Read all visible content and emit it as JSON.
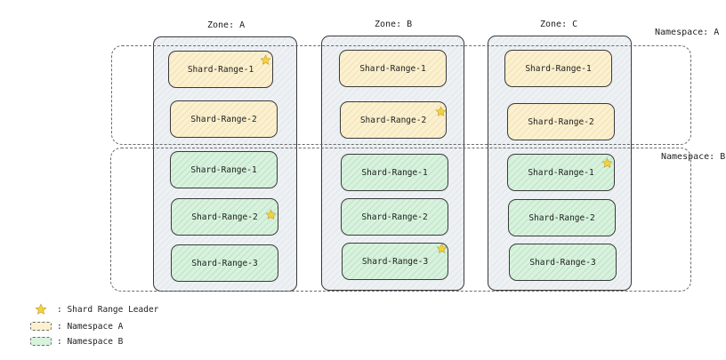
{
  "zones": [
    {
      "label": "Zone: A"
    },
    {
      "label": "Zone: B"
    },
    {
      "label": "Zone: C"
    }
  ],
  "namespaces": [
    {
      "label": "Namespace: A",
      "color": "#fbf0cf"
    },
    {
      "label": "Namespace: B",
      "color": "#d8f2de"
    }
  ],
  "shards": [
    {
      "zone": "A",
      "namespace": "A",
      "label": "Shard-Range-1",
      "leader": true
    },
    {
      "zone": "A",
      "namespace": "A",
      "label": "Shard-Range-2",
      "leader": false
    },
    {
      "zone": "A",
      "namespace": "B",
      "label": "Shard-Range-1",
      "leader": false
    },
    {
      "zone": "A",
      "namespace": "B",
      "label": "Shard-Range-2",
      "leader": true
    },
    {
      "zone": "A",
      "namespace": "B",
      "label": "Shard-Range-3",
      "leader": false
    },
    {
      "zone": "B",
      "namespace": "A",
      "label": "Shard-Range-1",
      "leader": false
    },
    {
      "zone": "B",
      "namespace": "A",
      "label": "Shard-Range-2",
      "leader": true
    },
    {
      "zone": "B",
      "namespace": "B",
      "label": "Shard-Range-1",
      "leader": false
    },
    {
      "zone": "B",
      "namespace": "B",
      "label": "Shard-Range-2",
      "leader": false
    },
    {
      "zone": "B",
      "namespace": "B",
      "label": "Shard-Range-3",
      "leader": true
    },
    {
      "zone": "C",
      "namespace": "A",
      "label": "Shard-Range-1",
      "leader": false
    },
    {
      "zone": "C",
      "namespace": "A",
      "label": "Shard-Range-2",
      "leader": false
    },
    {
      "zone": "C",
      "namespace": "B",
      "label": "Shard-Range-1",
      "leader": true
    },
    {
      "zone": "C",
      "namespace": "B",
      "label": "Shard-Range-2",
      "leader": false
    },
    {
      "zone": "C",
      "namespace": "B",
      "label": "Shard-Range-3",
      "leader": false
    }
  ],
  "legend": {
    "leader_label": ": Shard Range Leader",
    "namespace_a_label": ": Namespace A",
    "namespace_b_label": ": Namespace B",
    "leader_icon": "star-icon",
    "star_color": "#f5d23a"
  }
}
